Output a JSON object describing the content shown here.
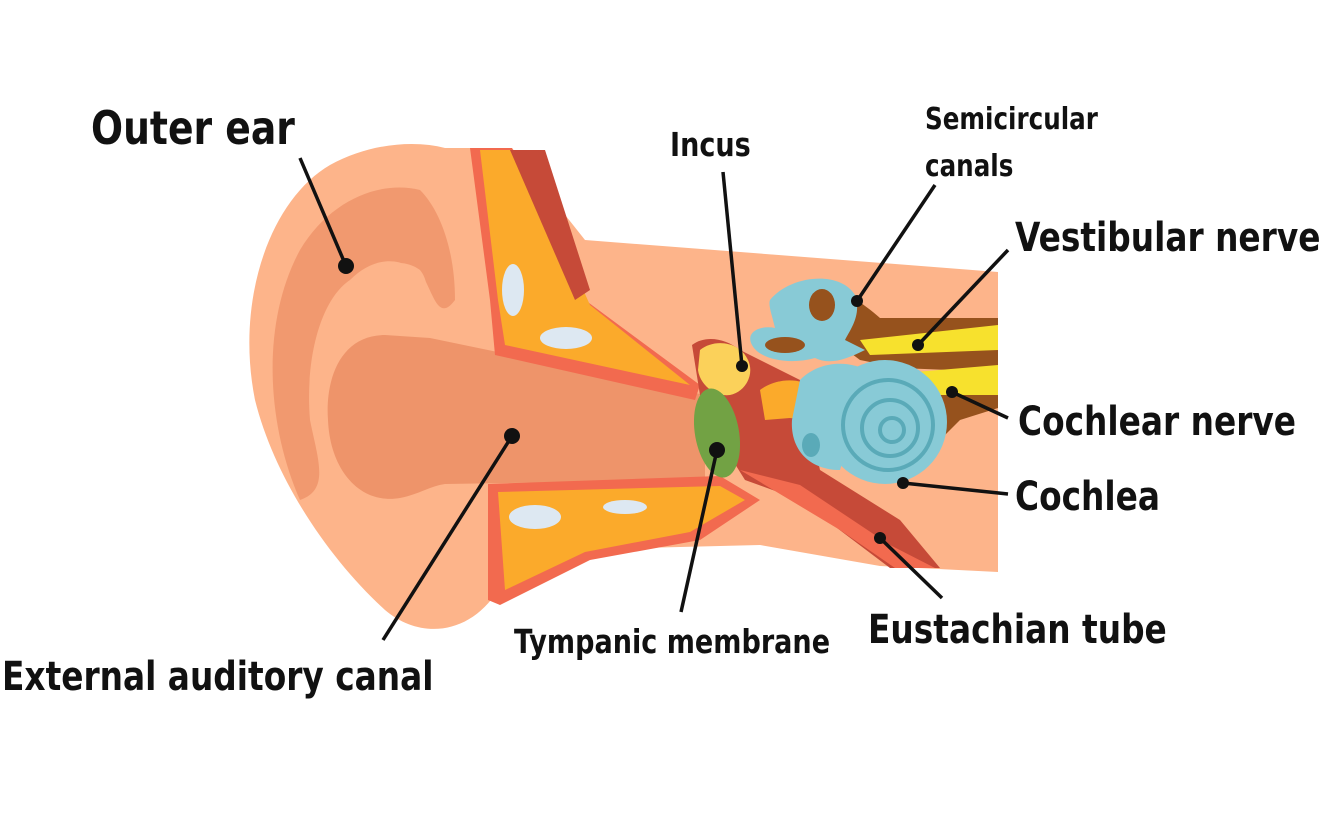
{
  "labels": {
    "outer_ear": "Outer ear",
    "incus": "Incus",
    "semicircular_canals_line1": "Semicircular",
    "semicircular_canals_line2": "canals",
    "vestibular_nerve": "Vestibular nerve",
    "cochlear_nerve": "Cochlear nerve",
    "cochlea": "Cochlea",
    "eustachian_tube": "Eustachian tube",
    "tympanic_membrane": "Tympanic membrane",
    "external_auditory_canal": "External auditory canal"
  },
  "colors": {
    "skin": "#fdb48a",
    "skin_shadow": "#ee946a",
    "bone_yellow": "#fbaa2b",
    "tissue_red": "#f26a4f",
    "muscle_dark": "#c64a38",
    "inner_blue": "#88cad6",
    "inner_blue_dark": "#5aaab8",
    "nerve_brown": "#96521d",
    "nerve_yellow": "#f7e12d",
    "membrane_green": "#72a244",
    "white_patch": "#dde8f2",
    "ink": "#111111"
  }
}
